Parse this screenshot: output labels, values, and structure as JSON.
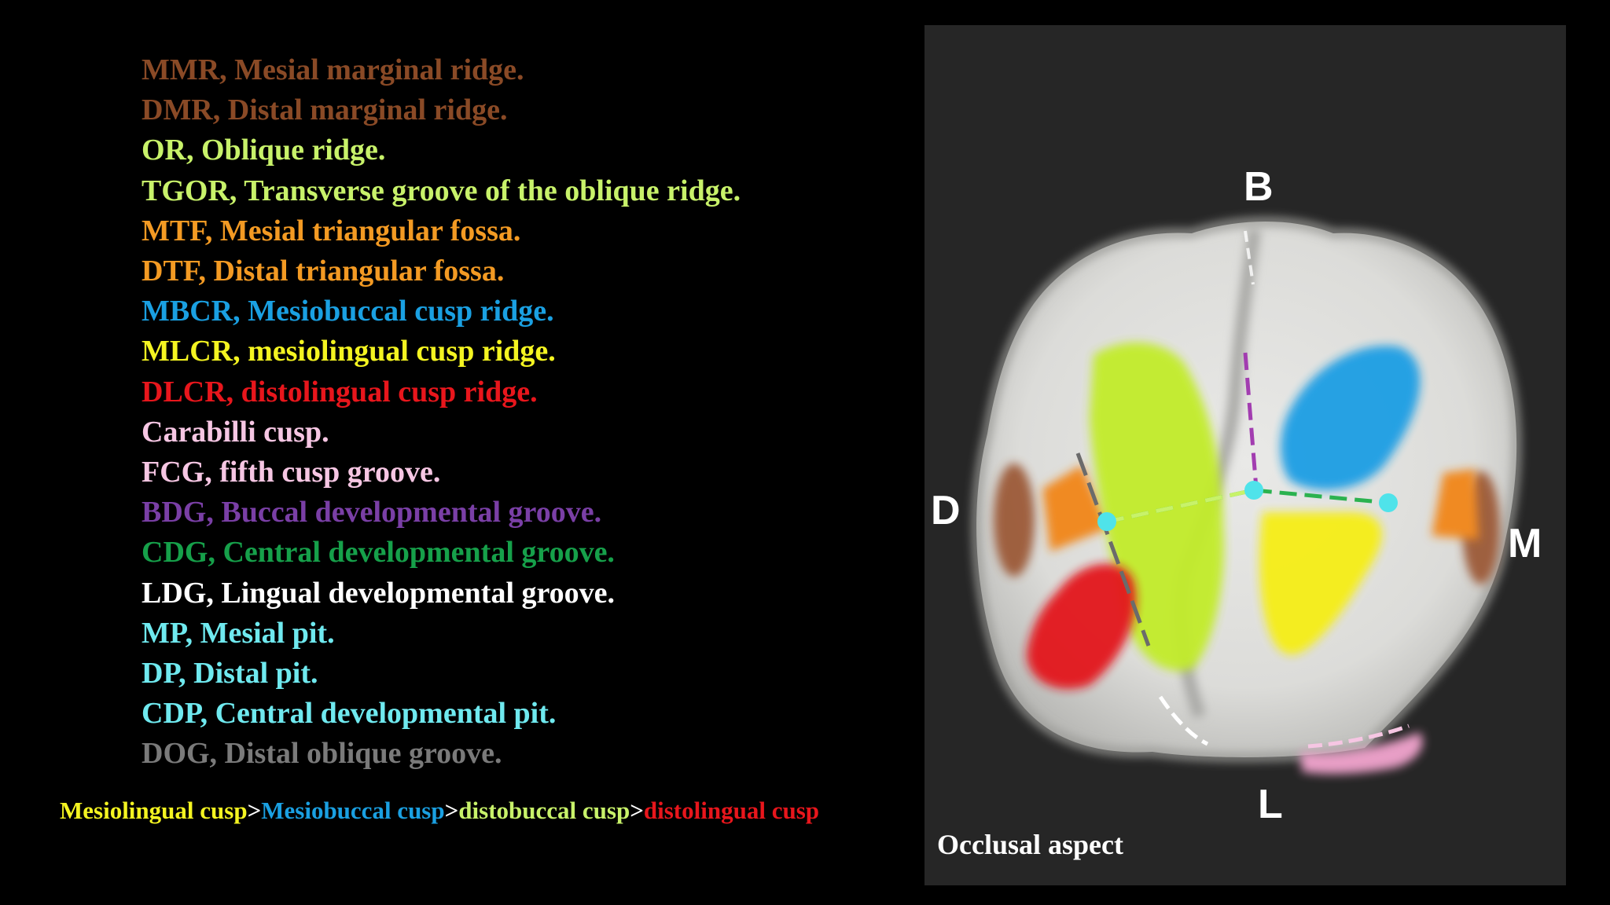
{
  "legend": [
    {
      "text": "MMR, Mesial marginal ridge.",
      "color": "#8a4a26"
    },
    {
      "text": "DMR, Distal marginal ridge.",
      "color": "#8a4a26"
    },
    {
      "text": "OR, Oblique ridge.",
      "color": "#c8f26a"
    },
    {
      "text": "TGOR, Transverse groove of the oblique ridge.",
      "color": "#c8f26a"
    },
    {
      "text": "MTF, Mesial triangular fossa.",
      "color": "#f39a23"
    },
    {
      "text": "DTF, Distal triangular fossa.",
      "color": "#f39a23"
    },
    {
      "text": "MBCR, Mesiobuccal cusp ridge.",
      "color": "#1aa0e2"
    },
    {
      "text": "MLCR, mesiolingual cusp ridge.",
      "color": "#f4f421"
    },
    {
      "text": "DLCR, distolingual cusp ridge.",
      "color": "#e8161c"
    },
    {
      "text": "Carabilli cusp.",
      "color": "#f6c6e3"
    },
    {
      "text": "FCG, fifth cusp groove.",
      "color": "#f6c6e3"
    },
    {
      "text": "BDG, Buccal developmental groove.",
      "color": "#7a3fa6"
    },
    {
      "text": "CDG, Central developmental groove.",
      "color": "#16a04a"
    },
    {
      "text": "LDG, Lingual developmental groove.",
      "color": "#ffffff"
    },
    {
      "text": "MP, Mesial pit.",
      "color": "#6fe9ef"
    },
    {
      "text": "DP, Distal pit.",
      "color": "#6fe9ef"
    },
    {
      "text": "CDP, Central developmental pit.",
      "color": "#6fe9ef"
    },
    {
      "text": "DOG, Distal oblique groove.",
      "color": "#7a7a7a"
    }
  ],
  "cusp_order": [
    {
      "text": "Mesiolingual cusp",
      "color": "#f4f421"
    },
    {
      "text": ">",
      "color": "#ffffff"
    },
    {
      "text": "Mesiobuccal cusp",
      "color": "#1aa0e2"
    },
    {
      "text": ">",
      "color": "#ffffff"
    },
    {
      "text": "distobuccal cusp",
      "color": "#c8f26a"
    },
    {
      "text": ">",
      "color": "#ffffff"
    },
    {
      "text": "distolingual cusp",
      "color": "#e8161c"
    }
  ],
  "photo": {
    "label_buccal": "B",
    "label_distal": "D",
    "label_mesial": "M",
    "label_lingual": "L",
    "caption": "Occlusal aspect"
  }
}
